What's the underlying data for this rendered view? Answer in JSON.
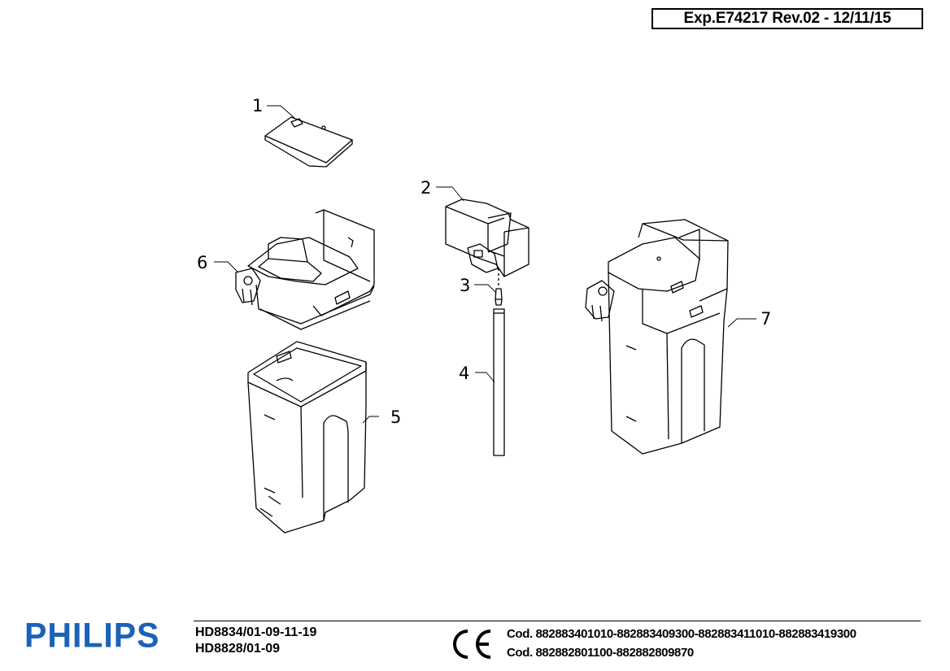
{
  "header": {
    "ref": "Exp.E74217 Rev.02 - 12/11/15"
  },
  "callouts": [
    "1",
    "2",
    "3",
    "4",
    "5",
    "6",
    "7"
  ],
  "footer": {
    "brand": "PHILIPS",
    "brand_color": "#1a63b8",
    "models": [
      "HD8834/01-09-11-19",
      "HD8828/01-09"
    ],
    "codes": [
      "Cod. 882883401010-882883409300-882883411010-882883419300",
      "Cod. 882882801100-882882809870"
    ],
    "ce_mark": "CE"
  },
  "icons": [
    "ce-mark-icon"
  ]
}
